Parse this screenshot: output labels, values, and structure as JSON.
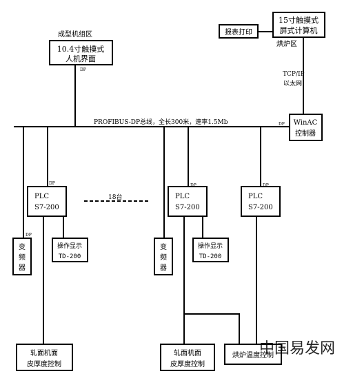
{
  "labels": {
    "molding_area": "成型机组区",
    "hmi_line1": "10.4寸触摸式",
    "hmi_line2": "人机界面",
    "touch15_line1": "15寸触摸式",
    "touch15_line2": "屏式计算机",
    "report_print": "报表打印",
    "oven_area": "烘炉区",
    "tcpip_line1": "TCP/IP",
    "tcpip_line2": "以太网",
    "winac_line1": "WinAC",
    "winac_line2": "控制器",
    "bus_caption": "PROFIBUS-DP总线，全长300米，速率1.5Mb",
    "dp": "DP",
    "plc_line1": "PLC",
    "plc_line2": "S7-200",
    "count_18": "18台",
    "inverter_1": "变",
    "inverter_2": "频",
    "inverter_3": "器",
    "td_line1": "操作显示",
    "td_line2": "TD-200",
    "rolling_line1": "轧面机面",
    "rolling_line2": "皮厚度控制",
    "oven_temp": "烘炉温度控制",
    "watermark": "中国易发网"
  }
}
